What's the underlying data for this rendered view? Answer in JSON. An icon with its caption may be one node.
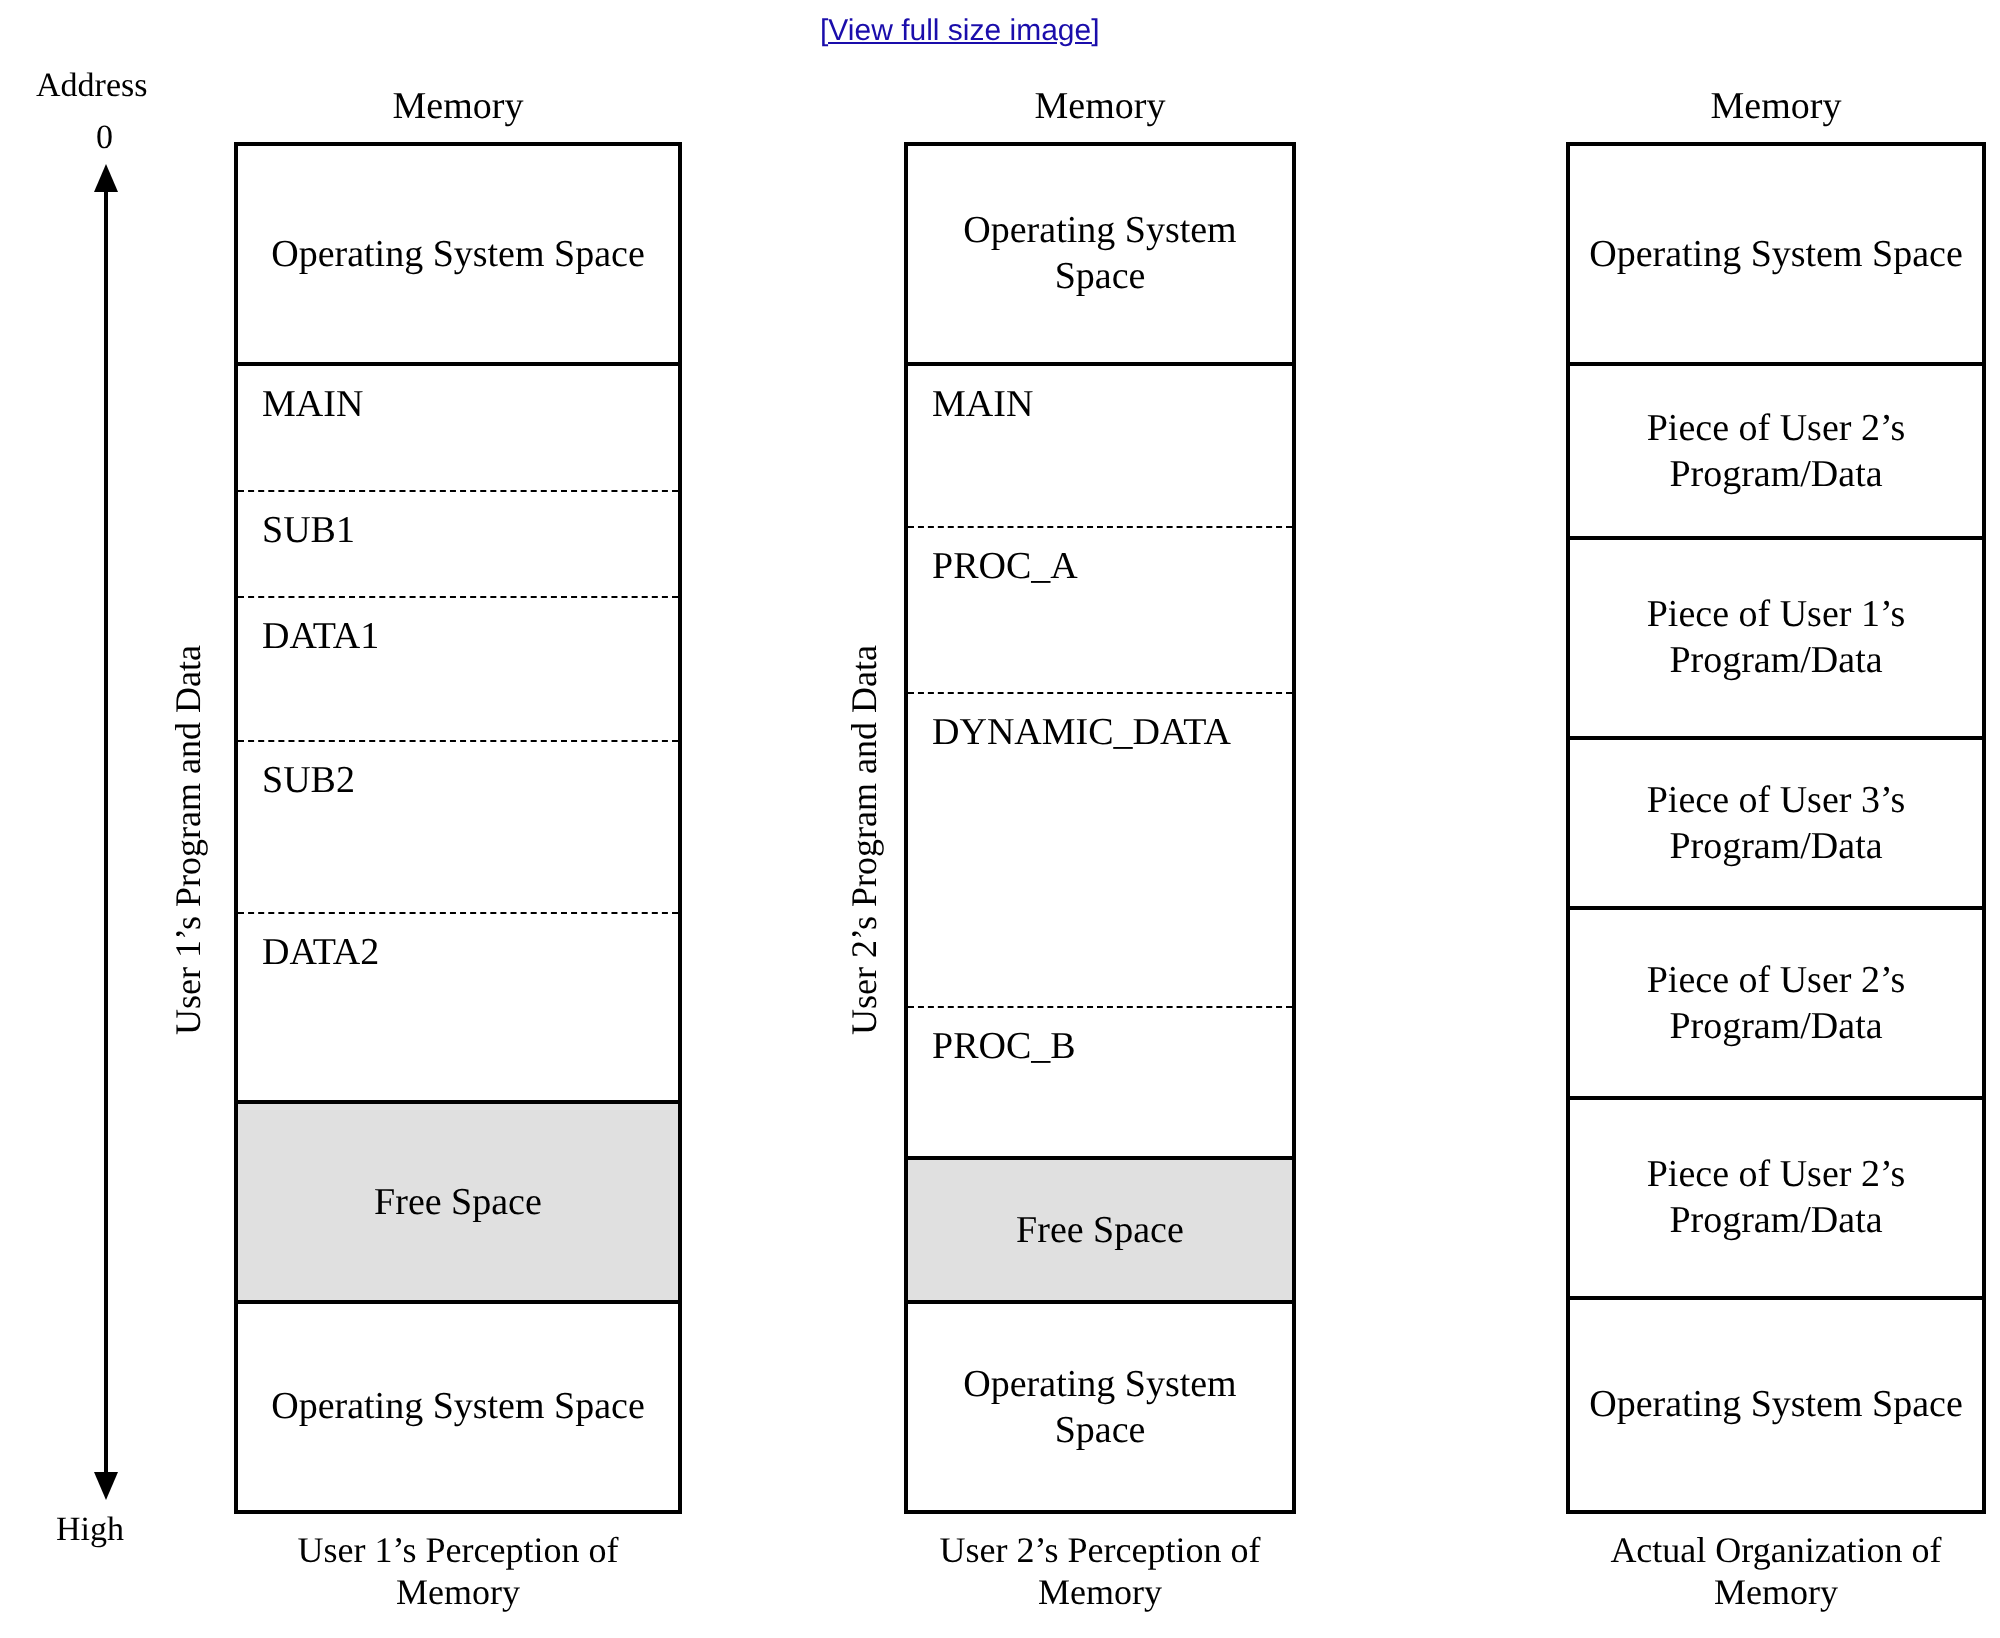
{
  "diagram": {
    "nodes": [
      {
        "text": [
          "Memory"
        ],
        "beside": [
          "User 1’s Perception of Memory"
        ]
      },
      {
        "text": [
          "Operating System Space"
        ],
        "in": 0
      },
      {
        "text": [
          "MAIN"
        ],
        "in": 0
      },
      {
        "text": [
          "SUB1"
        ],
        "in": 0
      },
      {
        "text": [
          "DATA1"
        ],
        "in": 0
      },
      {
        "text": [
          "SUB2"
        ],
        "in": 0
      },
      {
        "text": [
          "DATA2"
        ],
        "in": 0
      },
      {
        "text": [
          "Free Space"
        ],
        "in": 0
      },
      {
        "text": [
          "Operating System Space"
        ],
        "in": 0
      },
      {
        "text": [
          "Memory"
        ],
        "beside": [
          "User 2’s Perception of Memory"
        ]
      },
      {
        "text": [
          "Operating System Space"
        ],
        "in": 9
      },
      {
        "text": [
          "MAIN"
        ],
        "in": 9
      },
      {
        "text": [
          "PROC_A"
        ],
        "in": 9
      },
      {
        "text": [
          "DYNAMIC_DATA"
        ],
        "in": 9
      },
      {
        "text": [
          "PROC_B"
        ],
        "in": 9
      },
      {
        "text": [
          "Free Space"
        ],
        "in": 9
      },
      {
        "text": [
          "Operating System Space"
        ],
        "in": 9
      },
      {
        "text": [
          "Memory"
        ],
        "beside": [
          "Actual Organization of Memory"
        ]
      },
      {
        "text": [
          "Operating System Space"
        ],
        "in": 17
      },
      {
        "text": [
          "Piece of User 2’s Program/Data"
        ],
        "in": 17
      },
      {
        "text": [
          "Piece of User 1’s Program/Data"
        ],
        "in": 17
      },
      {
        "text": [
          "Piece of User 3’s Program/Data"
        ],
        "in": 17
      },
      {
        "text": [
          "Piece of User 2’s Program/Data"
        ],
        "in": 17
      },
      {
        "text": [
          "Piece of User 2’s Program/Data"
        ],
        "in": 17
      },
      {
        "text": [
          "Operating System Space"
        ],
        "in": 17
      }
    ],
    "edges": [],
    "labels": [
      "[View full size image]",
      "Address",
      "0",
      "User 1’s Program and Data",
      "User 2’s Program and Data",
      "High"
    ]
  }
}
